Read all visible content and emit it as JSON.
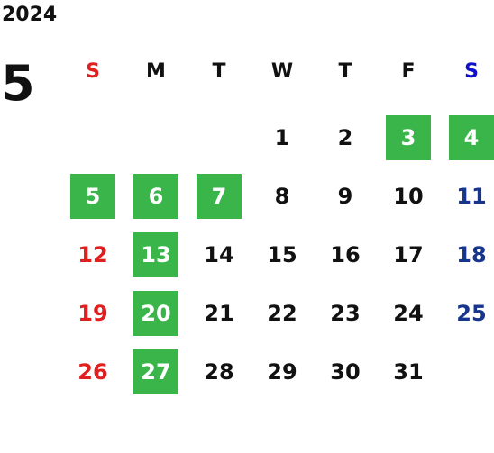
{
  "year": "2024",
  "month": "5",
  "weekdays": [
    "S",
    "M",
    "T",
    "W",
    "T",
    "F",
    "S"
  ],
  "colors": {
    "sunday_header": "#e02020",
    "saturday_header": "#1010cc",
    "sunday_date": "#e02020",
    "saturday_date": "#17358c",
    "highlight_background": "#3ab54a",
    "highlight_text": "#ffffff",
    "default_text": "#111111"
  },
  "start_weekday_index": 3,
  "days": [
    {
      "label": "1"
    },
    {
      "label": "2"
    },
    {
      "label": "3",
      "highlight": true
    },
    {
      "label": "4",
      "highlight": true
    },
    {
      "label": "5",
      "highlight": true
    },
    {
      "label": "6",
      "highlight": true
    },
    {
      "label": "7",
      "highlight": true
    },
    {
      "label": "8"
    },
    {
      "label": "9"
    },
    {
      "label": "10"
    },
    {
      "label": "11"
    },
    {
      "label": "12"
    },
    {
      "label": "13",
      "highlight": true
    },
    {
      "label": "14"
    },
    {
      "label": "15"
    },
    {
      "label": "16"
    },
    {
      "label": "17"
    },
    {
      "label": "18"
    },
    {
      "label": "19"
    },
    {
      "label": "20",
      "highlight": true
    },
    {
      "label": "21"
    },
    {
      "label": "22"
    },
    {
      "label": "23"
    },
    {
      "label": "24"
    },
    {
      "label": "25"
    },
    {
      "label": "26"
    },
    {
      "label": "27",
      "highlight": true
    },
    {
      "label": "28"
    },
    {
      "label": "29"
    },
    {
      "label": "30"
    },
    {
      "label": "31"
    }
  ]
}
